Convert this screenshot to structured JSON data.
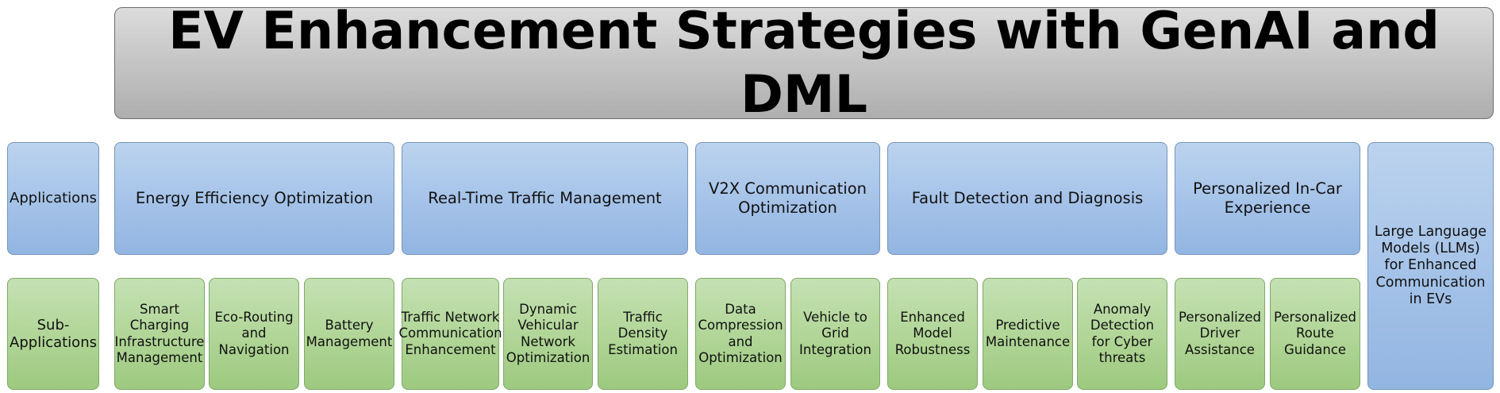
{
  "title": "EV Enhancement Strategies with GenAI and DML",
  "row_labels": {
    "applications": "Applications",
    "sub_applications": "Sub-Applications"
  },
  "applications": [
    {
      "label": "Energy Efficiency Optimization",
      "subs": [
        "Smart Charging Infrastructure Management",
        "Eco-Routing and Navigation",
        "Battery Management"
      ]
    },
    {
      "label": "Real-Time Traffic Management",
      "subs": [
        "Traffic Network Communication Enhancement",
        "Dynamic Vehicular Network Optimization",
        "Traffic Density Estimation"
      ]
    },
    {
      "label": "V2X Communication Optimization",
      "subs": [
        "Data Compression and Optimization",
        "Vehicle to Grid Integration"
      ]
    },
    {
      "label": "Fault Detection and Diagnosis",
      "subs": [
        "Enhanced Model Robustness",
        "Predictive Maintenance",
        "Anomaly Detection for Cyber threats"
      ]
    },
    {
      "label": "Personalized In-Car Experience",
      "subs": [
        "Personalized Driver Assistance",
        "Personalized Route Guidance"
      ]
    }
  ],
  "llm_box": "Large Language Models (LLMs) for Enhanced Communication in EVs",
  "colors": {
    "title_fill": "#c2c2c2",
    "application_fill": "#a4c2e8",
    "sub_application_fill": "#b0d596"
  }
}
